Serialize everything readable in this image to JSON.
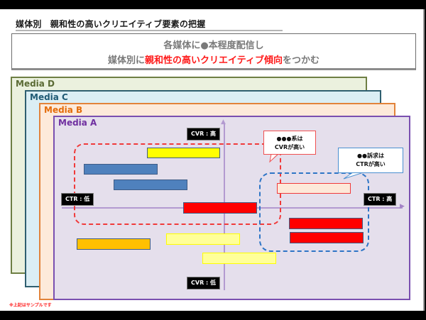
{
  "title": "媒体別　親和性の高いクリエイティブ要素の把握",
  "summary": {
    "line1": "各媒体に●本程度配信し",
    "line2_prefix": "媒体別に",
    "line2_highlight": "親和性の高いクリエイティブ傾向",
    "line2_suffix": "をつかむ",
    "highlight_color": "#ff1a1a"
  },
  "media_panels": [
    {
      "label": "Media D",
      "color": "#6e7f44"
    },
    {
      "label": "Media C",
      "color": "#2f5f70"
    },
    {
      "label": "Media B",
      "color": "#e2833a"
    },
    {
      "label": "Media A",
      "color": "#7a4fb0"
    }
  ],
  "axes": {
    "cvr_high": "CVR : 高",
    "cvr_low": "CVR : 低",
    "ctr_low": "CTR : 低",
    "ctr_high": "CTR : 高"
  },
  "callouts": {
    "cvr": {
      "line1": "●●●系は",
      "line2": "CVRが高い",
      "border_color": "#f05050"
    },
    "ctr": {
      "line1": "●●訴求は",
      "line2": "CTRが高い",
      "border_color": "#4a8fd0"
    }
  },
  "creatives": [
    {
      "fill": "#ffff00",
      "group": "cvr-high"
    },
    {
      "fill": "#4f81bd",
      "group": "cvr-high"
    },
    {
      "fill": "#4f81bd",
      "group": "cvr-high"
    },
    {
      "fill": "#ff0000",
      "group": "cvr-high"
    },
    {
      "fill": "#fde9d9",
      "group": "ctr-high"
    },
    {
      "fill": "#ff0000",
      "group": "ctr-high"
    },
    {
      "fill": "#ff0000",
      "group": "ctr-high"
    },
    {
      "fill": "#ffc000",
      "group": "other"
    },
    {
      "fill": "#ffff99",
      "group": "other"
    },
    {
      "fill": "#ffff99",
      "group": "other"
    }
  ],
  "footnote": "※上記はサンプルです"
}
